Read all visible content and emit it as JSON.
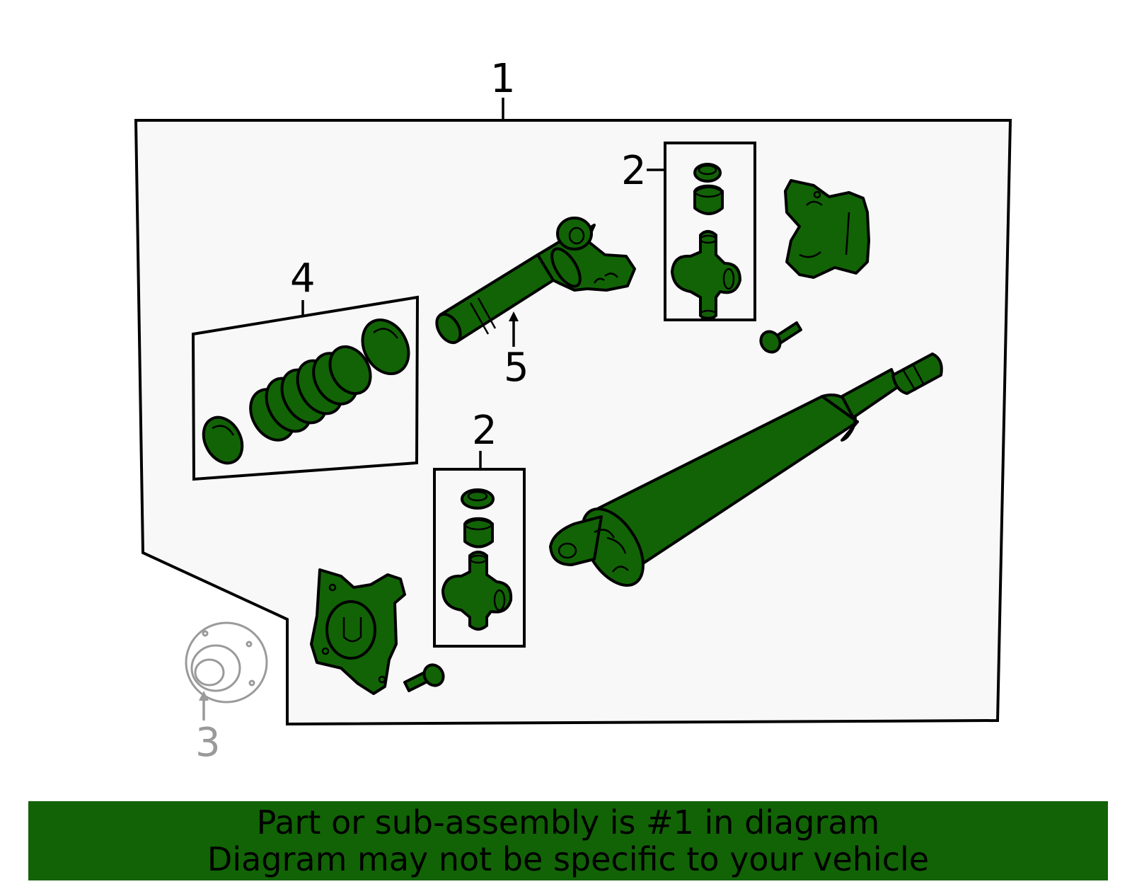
{
  "callouts": {
    "c1": "1",
    "c2a": "2",
    "c2b": "2",
    "c3": "3",
    "c4": "4",
    "c5": "5"
  },
  "footer": {
    "line1": "Part or sub-assembly is #1 in diagram",
    "line2": "Diagram may not be specific to your vehicle"
  },
  "colors": {
    "part_fill": "#126306",
    "footer_bg": "#126306",
    "frame_fill": "#f8f8f8",
    "ghost_part": "#9a9a9a"
  }
}
